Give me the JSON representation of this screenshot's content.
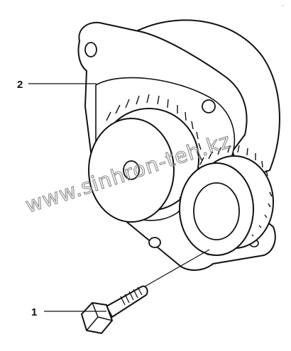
{
  "callouts": [
    {
      "number": "2",
      "part": "pump housing"
    },
    {
      "number": "1",
      "part": "bolt"
    }
  ],
  "watermark": {
    "text": "www.sinhron-teh.kz"
  },
  "corner_mark": "~",
  "colors": {
    "line": "#111111",
    "watermark": "#8a8a8a",
    "background": "#ffffff"
  }
}
